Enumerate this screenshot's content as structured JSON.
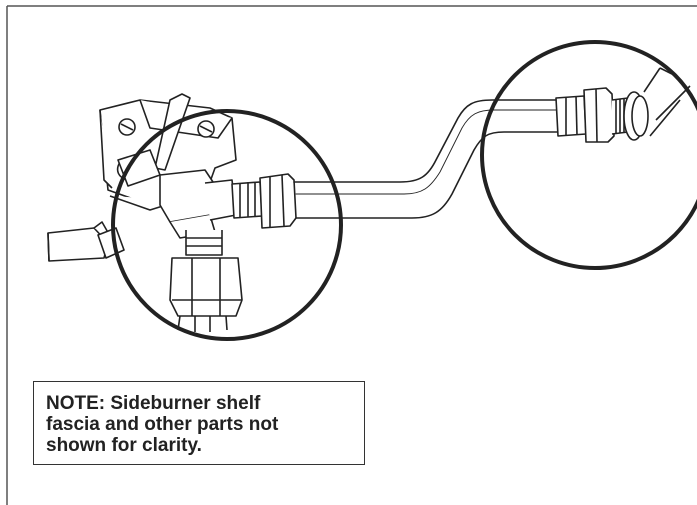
{
  "note": {
    "text": "NOTE: Sideburner shelf fascia and other parts not shown for clarity."
  },
  "colors": {
    "line": "#222222",
    "frame": "#555555",
    "background": "#ffffff"
  },
  "icons": {
    "valve": "gas-valve-assembly",
    "fitting": "flare-fitting",
    "tube": "gas-tube",
    "detail_circle": "magnify-circle"
  }
}
